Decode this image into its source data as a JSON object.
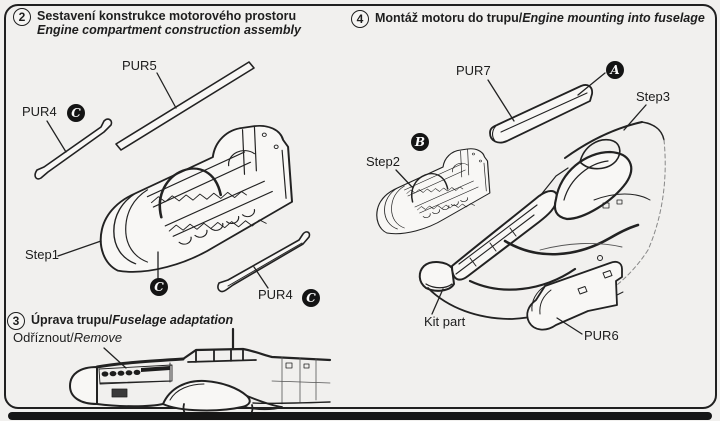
{
  "colors": {
    "ink": "#1e1e1e",
    "paper": "#f1f0ee",
    "part_fill": "#f8f7f5"
  },
  "badges": {
    "a": "A",
    "b": "B",
    "c": "C"
  },
  "step2": {
    "number": "2",
    "title_cs": "Sestavení konstrukce motorového prostoru",
    "title_en": "Engine compartment construction assembly",
    "pur5_label": "PUR5",
    "pur4_left_label": "PUR4",
    "pur4_right_label": "PUR4",
    "step1_label": "Step1"
  },
  "step3": {
    "number": "3",
    "title_cs": "Úprava trupu/",
    "title_en": "Fuselage adaptation",
    "remove_cs": "Odříznout/",
    "remove_en": "Remove"
  },
  "step4": {
    "number": "4",
    "title_cs": "Montáž motoru do trupu/",
    "title_en": "Engine mounting into fuselage",
    "pur7_label": "PUR7",
    "step3_label": "Step3",
    "step2_label": "Step2",
    "kit_part_label": "Kit part",
    "pur6_label": "PUR6"
  }
}
